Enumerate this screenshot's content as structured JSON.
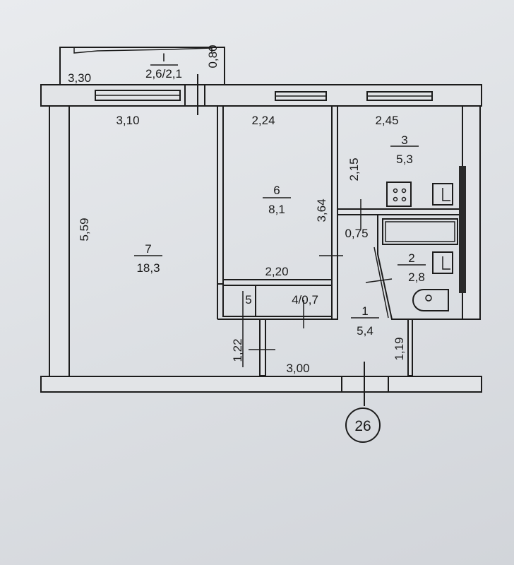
{
  "plan": {
    "balcony": {
      "number": "I",
      "area": "2,6/2,1",
      "length": "3,30",
      "depth": "0,80"
    },
    "rooms": [
      {
        "id": "room-7",
        "number": "7",
        "area": "18,3",
        "width": "3,10",
        "length": "5,59"
      },
      {
        "id": "room-6",
        "number": "6",
        "area": "8,1",
        "width_top": "2,24",
        "width_bottom": "2,20",
        "length": "3,64"
      },
      {
        "id": "room-3",
        "number": "3",
        "area": "5,3",
        "width": "2,45",
        "length": "2,15"
      },
      {
        "id": "room-2",
        "number": "2",
        "area": "2,8",
        "width": "0,75"
      },
      {
        "id": "room-1",
        "number": "1",
        "area": "5,4",
        "width": "3,00",
        "depth_left": "1,22",
        "depth_right": "1,19"
      },
      {
        "id": "room-4",
        "label": "4/0,7"
      },
      {
        "id": "room-5",
        "label": "5"
      }
    ],
    "apartment_number": "26"
  }
}
